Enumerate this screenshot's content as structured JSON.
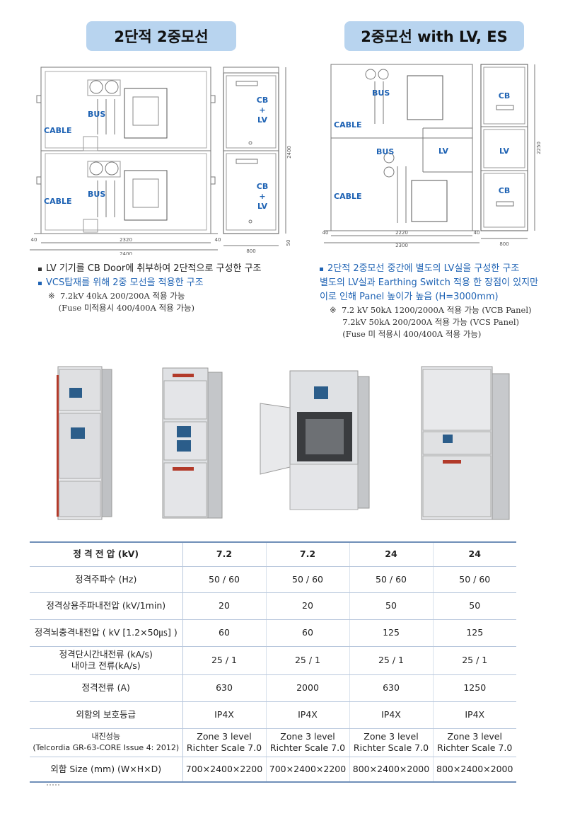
{
  "left_section": {
    "title": "2단적 2중모선",
    "labels": {
      "cable": "CABLE",
      "bus": "BUS",
      "cb_lv": [
        "CB",
        "+",
        "LV"
      ]
    },
    "dims": {
      "w_inner": "2320",
      "w_total": "2400",
      "side": "40",
      "depth": "800",
      "height": "2400",
      "d50": "50"
    },
    "bullets": [
      {
        "text": "LV 기기를 CB Door에 취부하여 2단적으로 구성한 구조",
        "style": "black"
      },
      {
        "text": "VCS탑재를 위해 2중 모선을 적용한 구조",
        "style": "blue"
      }
    ],
    "notes": [
      "※  7.2kV 40kA 200/200A 적용 가능",
      "    (Fuse 미적용시 400/400A 적용 가능)"
    ]
  },
  "right_section": {
    "title": "2중모선 with LV, ES",
    "labels": {
      "cable": "CABLE",
      "bus": "BUS",
      "lv": "LV",
      "cb": "CB"
    },
    "dims": {
      "w_inner": "2220",
      "w_total": "2300",
      "side": "40",
      "depth": "800",
      "height": "2250"
    },
    "bullets": [
      {
        "text": "2단적 2중모선 중간에 별도의 LV실을 구성한 구조",
        "style": "blue"
      },
      {
        "text": "별도의 LV실과 Earthing Switch 적용 한 장점이 있지만",
        "style": "blue-cont"
      },
      {
        "text": "이로 인해 Panel 높이가 높음 (H=3000mm)",
        "style": "blue-cont"
      }
    ],
    "notes": [
      "※  7.2 kV 50kA 1200/2000A 적용 가능 (VCB Panel)",
      "     7.2kV 50kA 200/200A 적용 가능 (VCS Panel)",
      "     (Fuse 미 적용시 400/400A 적용 가능)"
    ]
  },
  "spec_table": {
    "rows": [
      {
        "label": "정 격 전 압 (kV)",
        "values": [
          "7.2",
          "7.2",
          "24",
          "24"
        ]
      },
      {
        "label": "정격주파수 (Hz)",
        "values": [
          "50 / 60",
          "50 / 60",
          "50 / 60",
          "50 / 60"
        ]
      },
      {
        "label": "정격상용주파내전압 (kV/1min)",
        "values": [
          "20",
          "20",
          "50",
          "50"
        ]
      },
      {
        "label": "정격뇌충격내전압 ( kV [1.2×50㎲] )",
        "values": [
          "60",
          "60",
          "125",
          "125"
        ]
      },
      {
        "label": "정격단시간내전류 (kA/s)\n내아크 전류(kA/s)",
        "values": [
          "25 / 1",
          "25 / 1",
          "25 / 1",
          "25 / 1"
        ]
      },
      {
        "label": "정격전류 (A)",
        "values": [
          "630",
          "2000",
          "630",
          "1250"
        ]
      },
      {
        "label": "외함의 보호등급",
        "values": [
          "IP4X",
          "IP4X",
          "IP4X",
          "IP4X"
        ]
      },
      {
        "label": "내진성능\n(Telcordia GR-63-CORE Issue 4: 2012)",
        "values": [
          "Zone 3 level\nRichter Scale 7.0",
          "Zone 3 level\nRichter Scale 7.0",
          "Zone 3 level\nRichter Scale 7.0",
          "Zone 3 level\nRichter Scale 7.0"
        ]
      },
      {
        "label": "외함 Size (mm) (W×H×D)",
        "values": [
          "700×2400×2200",
          "700×2400×2200",
          "800×2400×2000",
          "800×2400×2000"
        ]
      }
    ]
  },
  "colors": {
    "accent_blue": "#1f63b4",
    "title_bg": "#b8d4ef",
    "table_rule": "#6f8fb8"
  }
}
